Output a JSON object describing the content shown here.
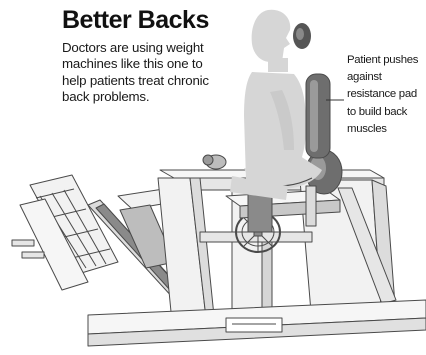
{
  "graphic": {
    "title": "Better Backs",
    "description_lines": [
      "Doctors are using weight",
      "machines like this one to",
      "help patients treat chronic",
      "back problems."
    ],
    "callout_lines": [
      "Patient pushes",
      "against",
      "resistance pad",
      "to build back",
      "muscles"
    ]
  },
  "colors": {
    "frame_light": "#efefef",
    "frame_mid": "#dcdcdc",
    "frame_dark": "#b8b8b8",
    "pad_dark": "#8a8a8a",
    "pad_darker": "#6e6e6e",
    "figure": "#d6d6d6",
    "outline": "#4a4a4a",
    "text": "#111111"
  }
}
